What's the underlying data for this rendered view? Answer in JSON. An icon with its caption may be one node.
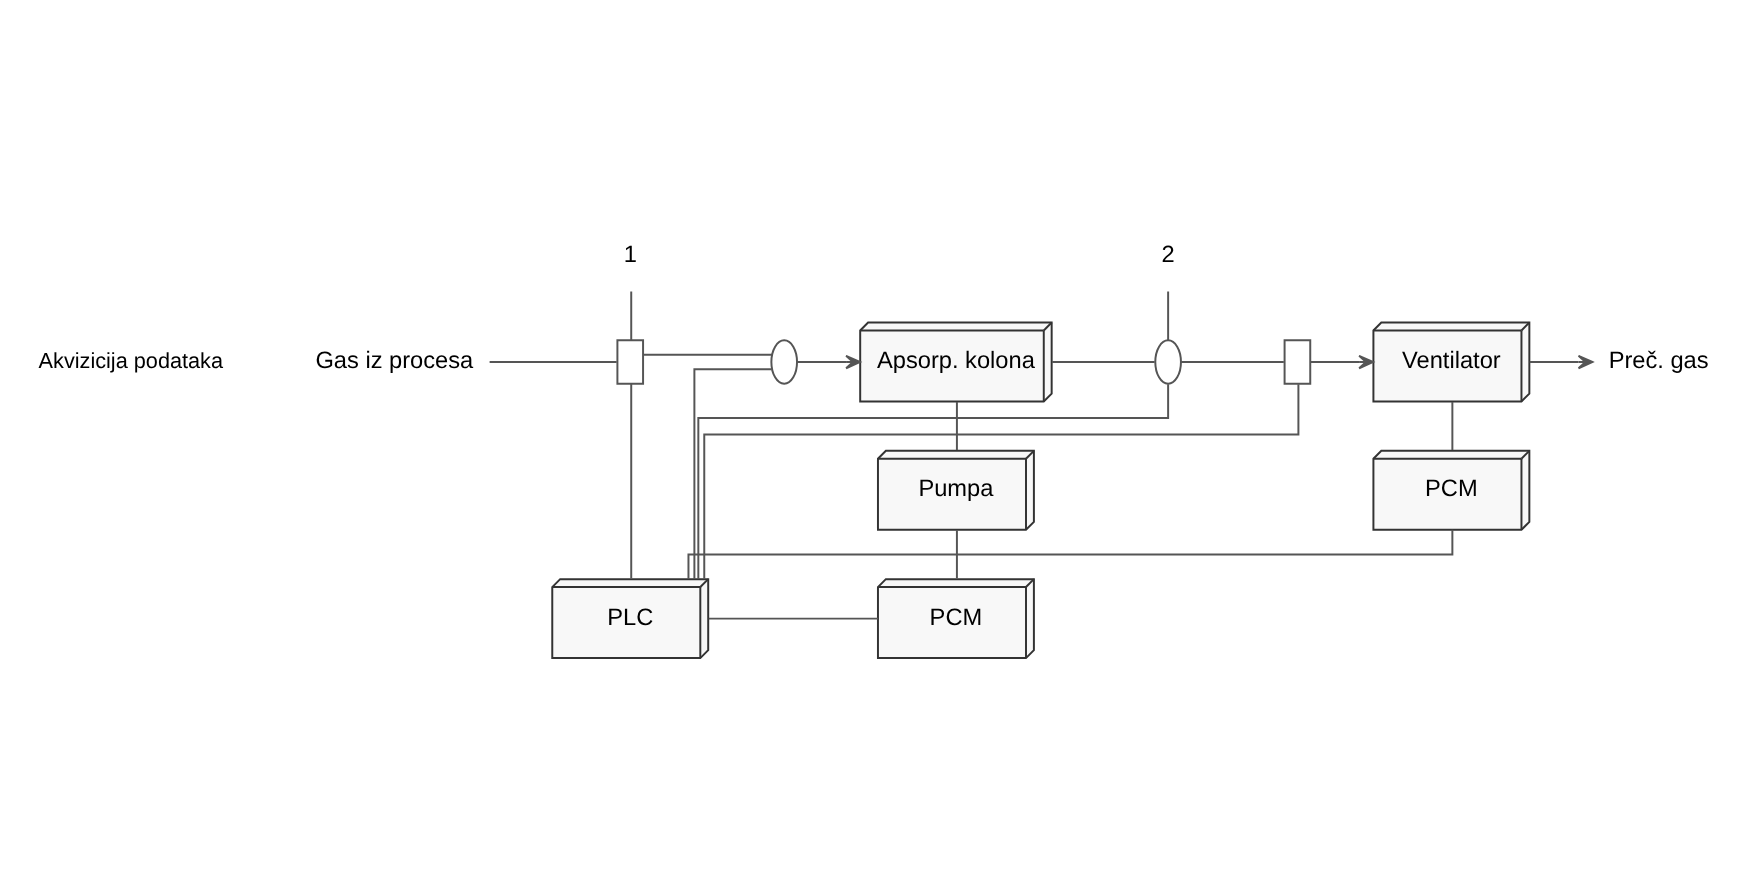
{
  "diagram": {
    "nodes": [
      {
        "text": [
          "Gas iz procesa"
        ]
      },
      {
        "text": [],
        "shape": "box"
      },
      {
        "text": [],
        "shape": "ellipse"
      },
      {
        "text": [
          "Apsorp. kolona"
        ]
      },
      {
        "text": [
          "Pumpa"
        ]
      },
      {
        "text": [
          "PCM"
        ]
      },
      {
        "text": [
          "PLC"
        ]
      },
      {
        "text": [],
        "shape": "ellipse"
      },
      {
        "text": [],
        "shape": "box"
      },
      {
        "text": [
          "Ventilator"
        ]
      },
      {
        "text": [
          "Preč. gas"
        ]
      },
      {
        "text": [
          "PCM"
        ]
      },
      {
        "text": [
          "1"
        ]
      },
      {
        "text": [
          "2"
        ]
      }
    ],
    "edges": [
      {
        "from": 0,
        "to": 1,
        "arrow": "none"
      },
      {
        "from": 1,
        "to": 2,
        "arrow": "none"
      },
      {
        "from": 2,
        "to": 3,
        "arrow": "to"
      },
      {
        "from": 3,
        "to": 7,
        "arrow": "none"
      },
      {
        "from": 7,
        "to": 8,
        "arrow": "none"
      },
      {
        "from": 8,
        "to": 9,
        "arrow": "to"
      },
      {
        "from": 9,
        "to": 10,
        "arrow": "to"
      },
      {
        "from": 3,
        "to": 4,
        "arrow": "none"
      },
      {
        "from": 4,
        "to": 5,
        "arrow": "none"
      },
      {
        "from": 5,
        "to": 6,
        "arrow": "none"
      },
      {
        "from": 1,
        "to": 6,
        "arrow": "none"
      },
      {
        "from": 2,
        "to": 6,
        "arrow": "none"
      },
      {
        "from": 7,
        "to": 6,
        "arrow": "none"
      },
      {
        "from": 8,
        "to": 6,
        "arrow": "none"
      },
      {
        "from": 9,
        "to": 11,
        "arrow": "none"
      },
      {
        "from": 6,
        "to": 11,
        "arrow": "none"
      },
      {
        "from": 12,
        "to": 1,
        "arrow": "none"
      },
      {
        "from": 13,
        "to": 7,
        "arrow": "none"
      }
    ],
    "labels": [
      "Akvizicija podataka"
    ]
  }
}
